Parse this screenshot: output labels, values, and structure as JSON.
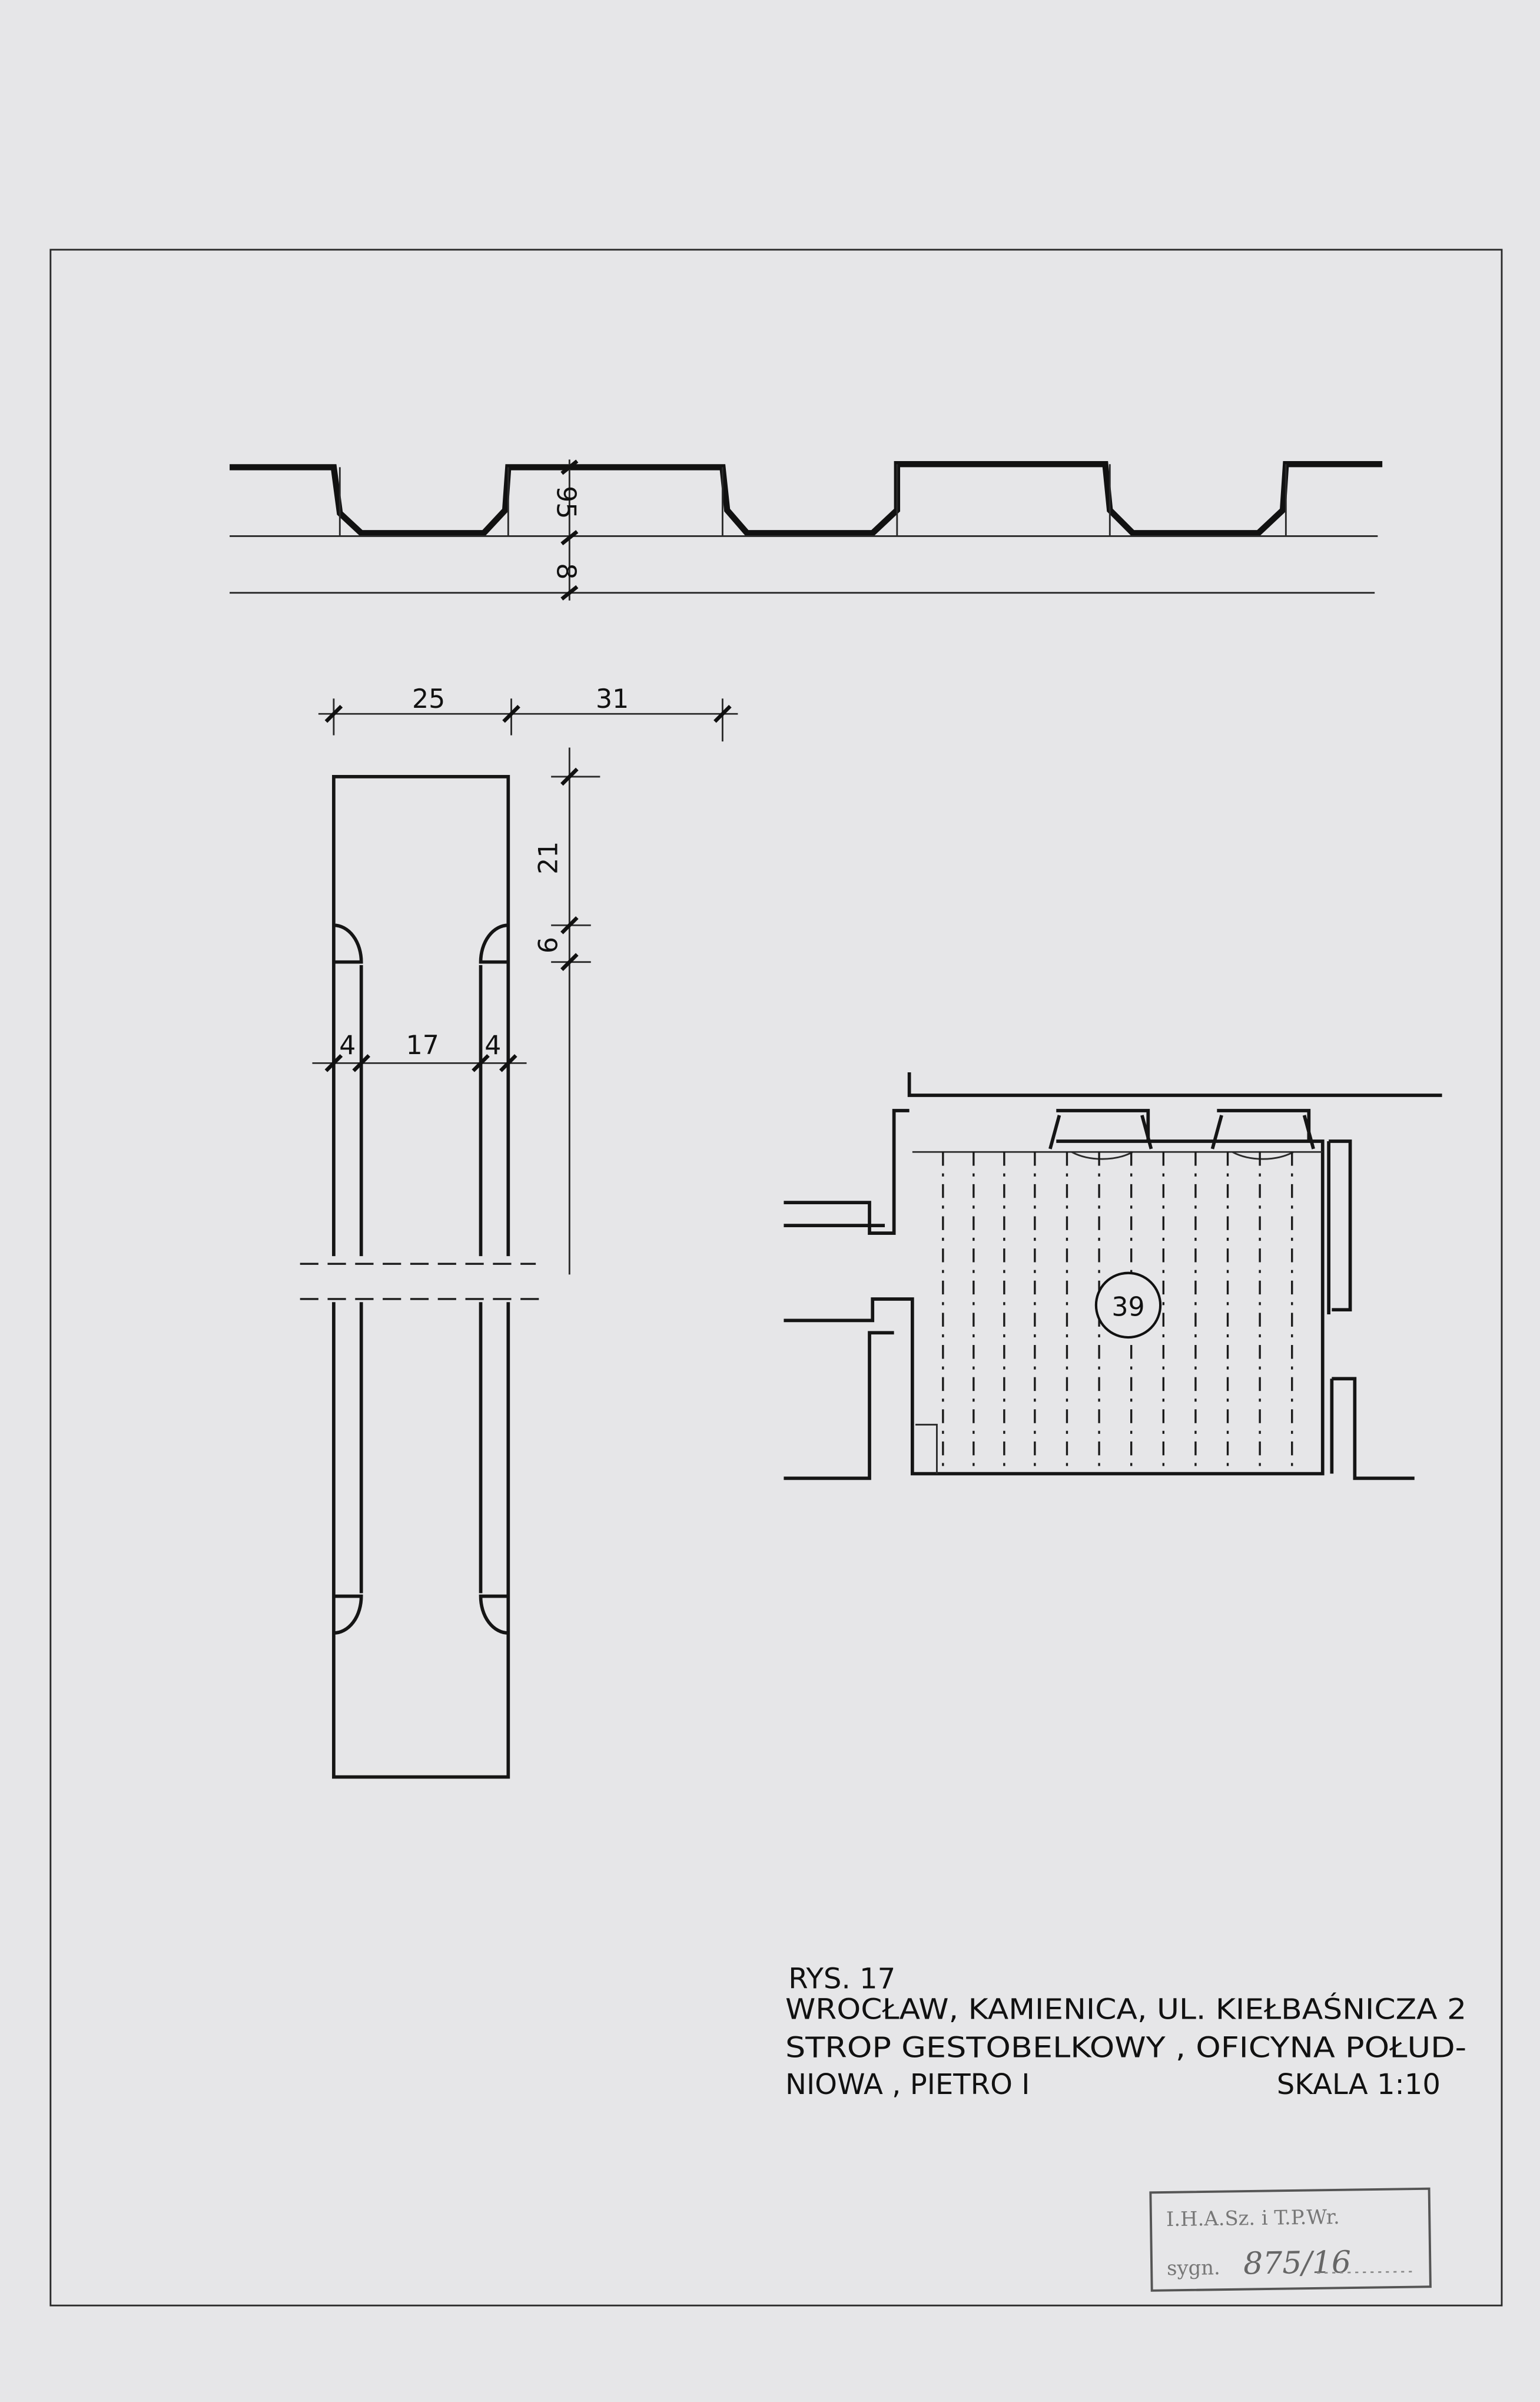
{
  "section_dimensions": {
    "height_a": "95",
    "height_b": "8"
  },
  "plan_dimensions": {
    "width_a": "25",
    "width_b": "31",
    "length_a": "21",
    "length_b": "6",
    "rib_left": "4",
    "gap": "17",
    "rib_right": "4"
  },
  "room_plan": {
    "room_number": "39"
  },
  "title_block": {
    "figure": "RYS. 17",
    "line1": "WROCŁAW, KAMIENICA, UL. KIEŁBAŚNICZA 2",
    "line2": "STROP GESTOBELKOWY ,  OFICYNA POŁUD-",
    "line3": "NIOWA , PIETRO I",
    "scale": "SKALA 1:10"
  },
  "stamp": {
    "institution": "I.H.A.Sz. i T.P.Wr.",
    "label": "sygn.",
    "signature": "875/16"
  },
  "colors": {
    "paper": "#e6e6e8",
    "ink": "#111111"
  }
}
